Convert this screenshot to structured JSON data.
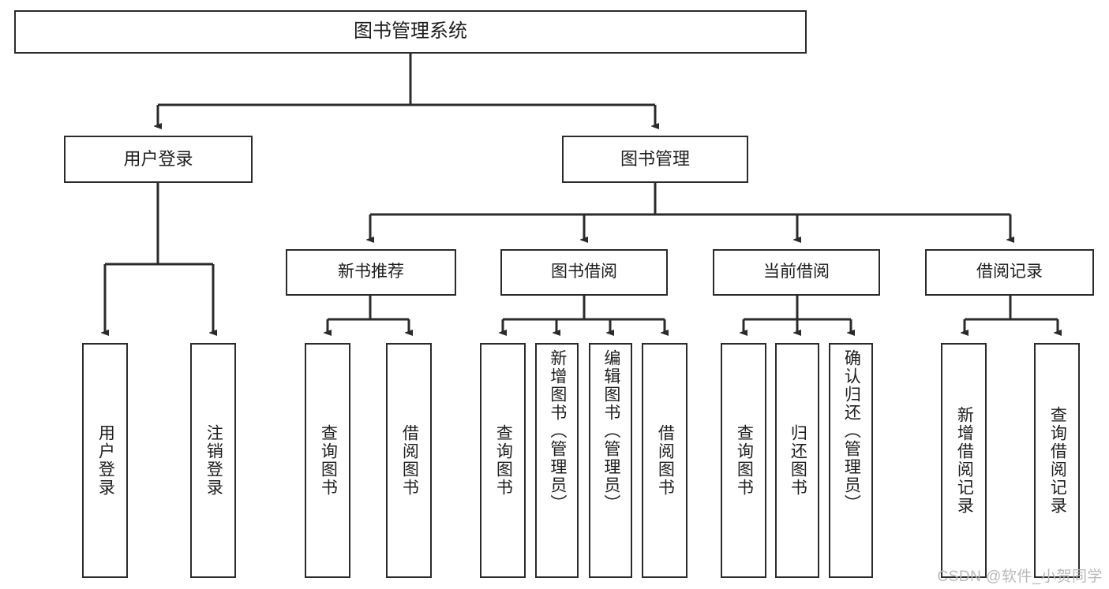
{
  "diagram": {
    "type": "hierarchy-tree",
    "title": "图书管理系统",
    "root": {
      "label": "图书管理系统"
    },
    "level2": [
      {
        "label": "用户登录"
      },
      {
        "label": "图书管理"
      }
    ],
    "level3": [
      {
        "label": "新书推荐"
      },
      {
        "label": "图书借阅"
      },
      {
        "label": "当前借阅"
      },
      {
        "label": "借阅记录"
      }
    ],
    "leaves": {
      "user_login": [
        {
          "label": "用户登录"
        },
        {
          "label": "注销登录"
        }
      ],
      "new_book_recommend": [
        {
          "label": "查询图书"
        },
        {
          "label": "借阅图书"
        }
      ],
      "book_borrow": [
        {
          "label": "查询图书"
        },
        {
          "label": "新增图书（管理员）"
        },
        {
          "label": "编辑图书（管理员）"
        },
        {
          "label": "借阅图书"
        }
      ],
      "current_borrow": [
        {
          "label": "查询图书"
        },
        {
          "label": "归还图书"
        },
        {
          "label": "确认归还（管理员）"
        }
      ],
      "borrow_record": [
        {
          "label": "新增借阅记录"
        },
        {
          "label": "查询借阅记录"
        }
      ]
    },
    "colors": {
      "box_border": "#2b2b2b",
      "box_fill": "#ffffff",
      "text": "#1d1d1d",
      "connector": "#2b2b2b",
      "watermark": "#b9b9b9"
    }
  },
  "watermark": {
    "text": "CSDN @软件_小贺同学"
  }
}
